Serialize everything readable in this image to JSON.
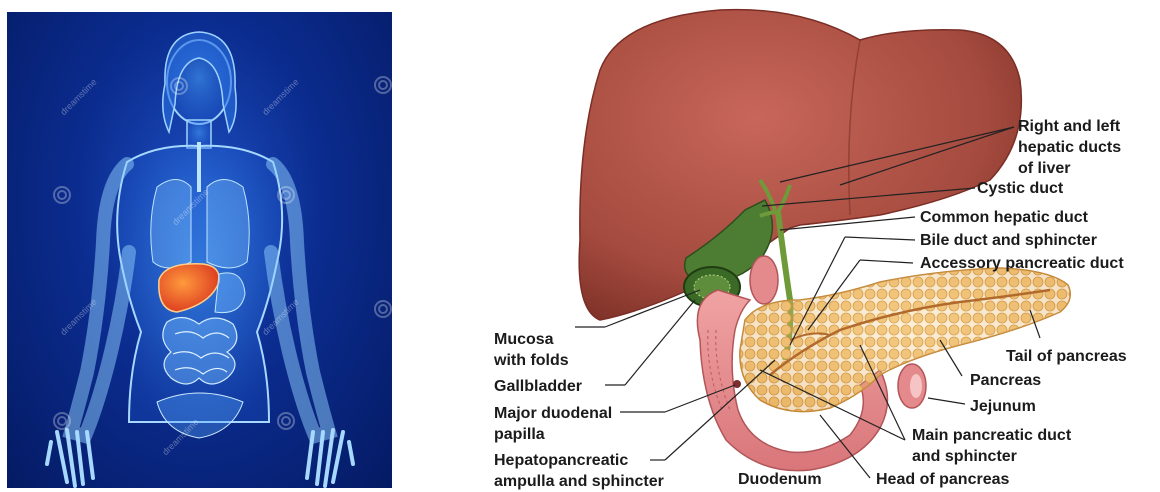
{
  "left_image": {
    "watermark": "dreamstime",
    "colors": {
      "background": "#0b2c8f",
      "glow": "#5fb4ff",
      "liver": "#e0472a"
    }
  },
  "diagram": {
    "labels": {
      "hepatic_ducts": [
        "Right and left",
        "hepatic ducts",
        "of liver"
      ],
      "cystic_duct": "Cystic duct",
      "common_hepatic_duct": "Common hepatic duct",
      "bile_duct": "Bile duct and sphincter",
      "accessory_pancreatic_duct": "Accessory pancreatic duct",
      "mucosa": [
        "Mucosa",
        "with folds"
      ],
      "gallbladder": "Gallbladder",
      "major_duodenal_papilla": [
        "Major duodenal",
        "papilla"
      ],
      "hepatopancreatic": [
        "Hepatopancreatic",
        "ampulla and sphincter"
      ],
      "duodenum": "Duodenum",
      "tail_of_pancreas": "Tail of pancreas",
      "pancreas": "Pancreas",
      "jejunum": "Jejunum",
      "main_pancreatic_duct": [
        "Main pancreatic duct",
        "and sphincter"
      ],
      "head_of_pancreas": "Head of pancreas"
    },
    "colors": {
      "liver": "#a94a3e",
      "pancreas": "#e9b45f",
      "duodenum": "#e58a8c",
      "gallbladder": "#3d6b2e",
      "duct": "#6e9a3a"
    }
  }
}
